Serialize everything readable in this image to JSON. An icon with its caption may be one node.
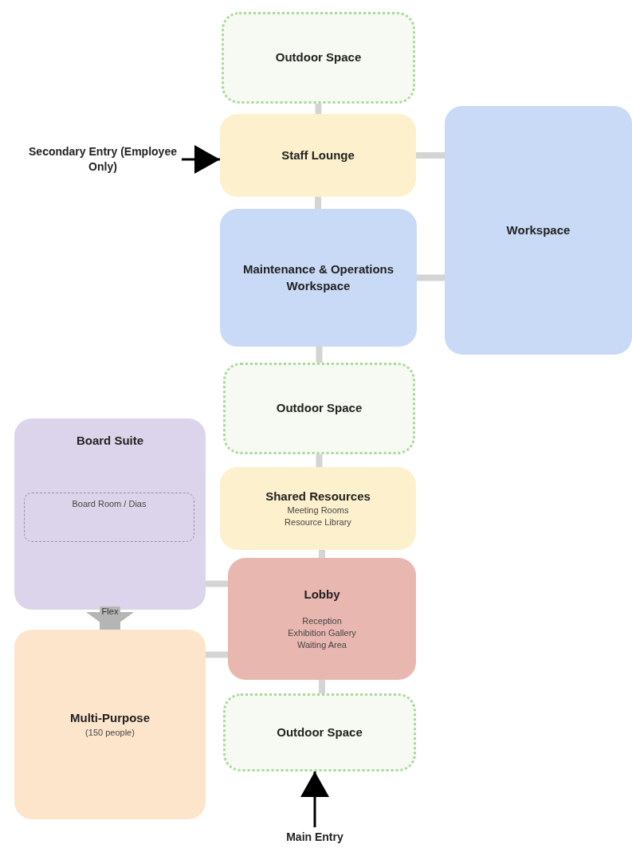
{
  "diagram": {
    "nodes": [
      {
        "text": [
          "Outdoor Space"
        ]
      },
      {
        "text": [
          "Staff Lounge"
        ]
      },
      {
        "text": [
          "Workspace"
        ]
      },
      {
        "text": [
          "Maintenance & Operations Workspace"
        ]
      },
      {
        "text": [
          "Outdoor Space"
        ]
      },
      {
        "text": [
          "Board Suite"
        ]
      },
      {
        "text": [
          "Board Room / Dias"
        ],
        "in": 5
      },
      {
        "text": [
          "Shared Resources",
          "Meeting Rooms",
          "Resource Library"
        ]
      },
      {
        "text": [
          "Lobby",
          "Reception",
          "Exhibition Gallery",
          "Waiting Area"
        ]
      },
      {
        "text": [
          "Multi-Purpose",
          "(150 people)"
        ]
      },
      {
        "text": [
          "Outdoor Space"
        ]
      },
      {
        "text": [
          "Secondary Entry (Employee Only)"
        ]
      },
      {
        "text": [
          "Main Entry"
        ]
      }
    ],
    "edges": [
      {
        "from": 0,
        "to": 1,
        "arrow": "none"
      },
      {
        "from": 1,
        "to": 3,
        "arrow": "none"
      },
      {
        "from": 1,
        "to": 2,
        "arrow": "none"
      },
      {
        "from": 3,
        "to": 2,
        "arrow": "none"
      },
      {
        "from": 3,
        "to": 4,
        "arrow": "none"
      },
      {
        "from": 4,
        "to": 7,
        "arrow": "none"
      },
      {
        "from": 7,
        "to": 8,
        "arrow": "none"
      },
      {
        "from": 5,
        "to": 8,
        "arrow": "none"
      },
      {
        "from": 9,
        "to": 8,
        "arrow": "none"
      },
      {
        "from": 8,
        "to": 10,
        "arrow": "none"
      },
      {
        "from": 5,
        "to": 9,
        "arrow": "to",
        "label": "Flex",
        "style": "thick",
        "color": "#b5b5b5"
      },
      {
        "from": 11,
        "to": 1,
        "arrow": "to",
        "color": "#000000"
      },
      {
        "from": 12,
        "to": 10,
        "arrow": "to",
        "color": "#000000"
      }
    ]
  }
}
